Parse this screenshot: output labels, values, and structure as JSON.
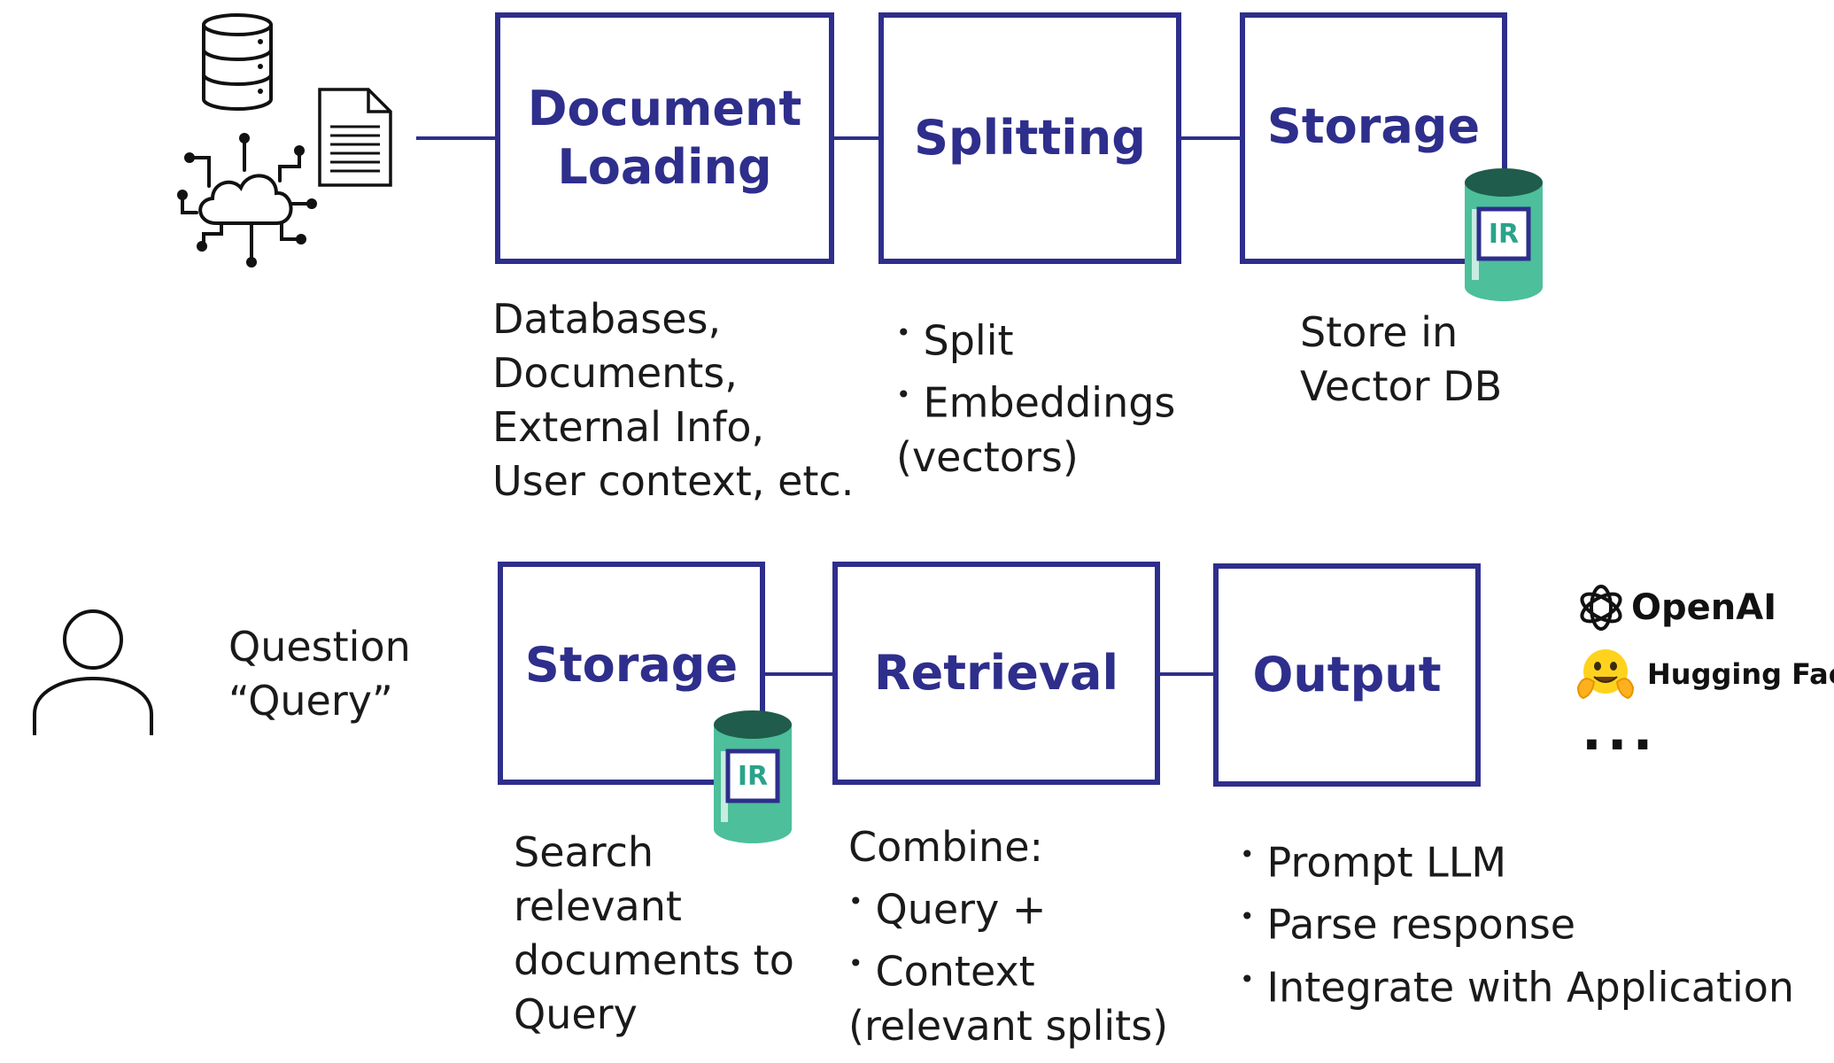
{
  "pipeline_top": {
    "boxes": [
      {
        "id": "document-loading",
        "title_lines": [
          "Document",
          "Loading"
        ]
      },
      {
        "id": "splitting",
        "title_lines": [
          "Splitting"
        ]
      },
      {
        "id": "storage",
        "title_lines": [
          "Storage"
        ]
      }
    ],
    "descriptions": {
      "loading": [
        "Databases,",
        "Documents,",
        "External Info,",
        "User context, etc."
      ],
      "splitting": {
        "bullets": [
          "Split",
          "Embeddings"
        ],
        "continuation": "(vectors)"
      },
      "storage": [
        "Store in",
        "Vector DB"
      ]
    }
  },
  "pipeline_bottom": {
    "question": [
      "Question",
      "“Query”"
    ],
    "boxes": [
      {
        "id": "storage",
        "title_lines": [
          "Storage"
        ]
      },
      {
        "id": "retrieval",
        "title_lines": [
          "Retrieval"
        ]
      },
      {
        "id": "output",
        "title_lines": [
          "Output"
        ]
      }
    ],
    "descriptions": {
      "storage": [
        "Search",
        "relevant",
        "documents to",
        "Query"
      ],
      "retrieval": {
        "heading": "Combine:",
        "bullets": [
          "Query +",
          "Context"
        ],
        "continuation": "(relevant splits)"
      },
      "output": {
        "bullets": [
          "Prompt LLM",
          "Parse response",
          "Integrate with Application"
        ]
      }
    }
  },
  "badge": {
    "label": "IR"
  },
  "providers": {
    "items": [
      "OpenAI",
      "Hugging Face"
    ],
    "more": "..."
  },
  "colors": {
    "accent": "#2e2e8c",
    "db_teal": "#4dbf9b",
    "db_dark": "#1f5c4b",
    "badge_text": "#2aa38a"
  },
  "icons": [
    "database-icon",
    "document-icon",
    "cloud-network-icon",
    "user-icon",
    "openai-logo-icon",
    "hugging-face-icon",
    "vector-db-icon"
  ]
}
